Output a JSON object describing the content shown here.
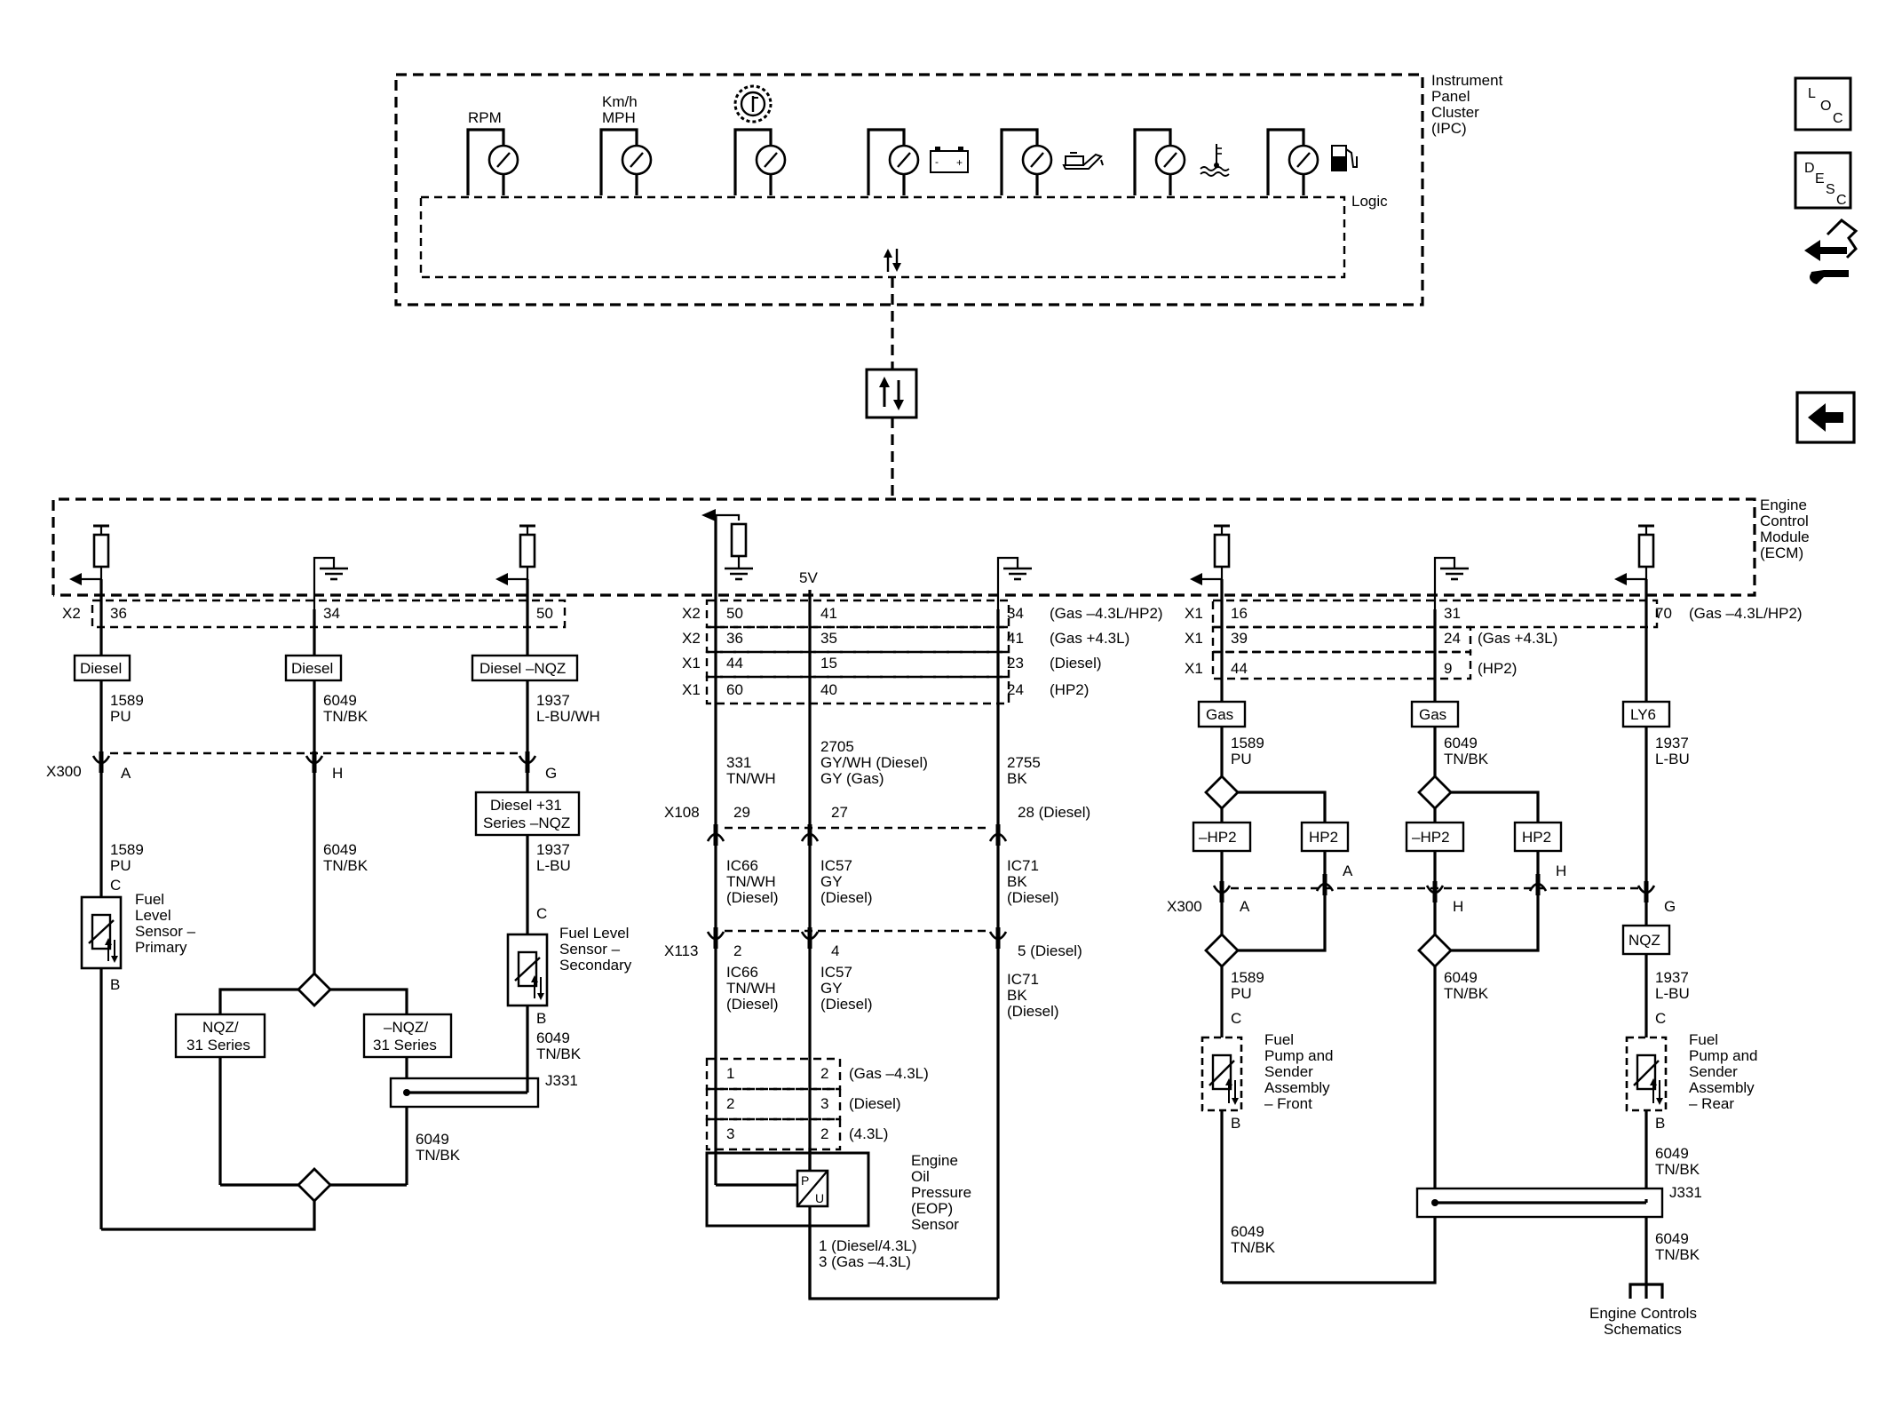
{
  "ipc": {
    "label_lines": [
      "Instrument",
      "Panel",
      "Cluster",
      "(IPC)"
    ],
    "logic": "Logic",
    "rpm": "RPM",
    "speed_lines": [
      "Km/h",
      "MPH"
    ]
  },
  "ecm": {
    "label_lines": [
      "Engine",
      "Control",
      "Module",
      "(ECM)"
    ]
  },
  "nav": {
    "loc": [
      "L",
      "O",
      "C"
    ],
    "desc": [
      "D",
      "E",
      "S",
      "C"
    ]
  },
  "left": {
    "conn_x2": "X2",
    "pin36": "36",
    "pin34": "34",
    "pin50": "50",
    "opt_diesel_a": "Diesel",
    "opt_diesel_b": "Diesel",
    "opt_diesel_nqz": "Diesel –NQZ",
    "w1_num": "1589",
    "w1_color": "PU",
    "w2_num": "6049",
    "w2_color": "TN/BK",
    "w3_num": "1937",
    "w3_color": "L-BU/WH",
    "x300": "X300",
    "pin_a": "A",
    "pin_h": "H",
    "pin_g": "G",
    "opt_diesel31_lines": [
      "Diesel +31",
      "Series –NQZ"
    ],
    "w4_num": "1589",
    "w4_color": "PU",
    "w5_num": "6049",
    "w5_color": "TN/BK",
    "w6_num": "1937",
    "w6_color": "L-BU",
    "pin_c1": "C",
    "pin_b1": "B",
    "pin_c2": "C",
    "pin_b2": "B",
    "sensor_primary_lines": [
      "Fuel",
      "Level",
      "Sensor –",
      "Primary"
    ],
    "sensor_secondary_lines": [
      "Fuel Level",
      "Sensor –",
      "Secondary"
    ],
    "opt_nqz31_lines": [
      "NQZ/",
      "31 Series"
    ],
    "opt_notnqz31_lines": [
      "–NQZ/",
      "31 Series"
    ],
    "w7_num": "6049",
    "w7_color": "TN/BK",
    "j331": "J331",
    "w8_num": "6049",
    "w8_color": "TN/BK"
  },
  "middle": {
    "five_v": "5V",
    "rows": [
      {
        "conn": "X2",
        "p1": "50",
        "p2": "41",
        "p3": "34",
        "note": "(Gas –4.3L/HP2)"
      },
      {
        "conn": "X2",
        "p1": "36",
        "p2": "35",
        "p3": "41",
        "note": "(Gas +4.3L)"
      },
      {
        "conn": "X1",
        "p1": "44",
        "p2": "15",
        "p3": "23",
        "note": "(Diesel)"
      },
      {
        "conn": "X1",
        "p1": "60",
        "p2": "40",
        "p3": "24",
        "note": "(HP2)"
      }
    ],
    "w1_lines": [
      "331",
      "TN/WH"
    ],
    "w2_lines": [
      "2705",
      "GY/WH (Diesel)",
      "GY (Gas)"
    ],
    "w3_lines": [
      "2755",
      "BK"
    ],
    "x108": "X108",
    "x108_p1": "29",
    "x108_p2": "27",
    "x108_p3": "28 (Diesel)",
    "ic1_lines": [
      "IC66",
      "TN/WH",
      "(Diesel)"
    ],
    "ic2_lines": [
      "IC57",
      "GY",
      "(Diesel)"
    ],
    "ic3_lines": [
      "IC71",
      "BK",
      "(Diesel)"
    ],
    "x113": "X113",
    "x113_p1": "2",
    "x113_p2": "4",
    "x113_p3": "5 (Diesel)",
    "ic4_lines": [
      "IC66",
      "TN/WH",
      "(Diesel)"
    ],
    "ic5_lines": [
      "IC57",
      "GY",
      "(Diesel)"
    ],
    "ic6_lines": [
      "IC71",
      "BK",
      "(Diesel)"
    ],
    "eop_rows": [
      {
        "a": "1",
        "b": "2",
        "note": "(Gas –4.3L)"
      },
      {
        "a": "2",
        "b": "3",
        "note": "(Diesel)"
      },
      {
        "a": "3",
        "b": "2",
        "note": "(4.3L)"
      }
    ],
    "eop_label_lines": [
      "Engine",
      "Oil",
      "Pressure",
      "(EOP)",
      "Sensor"
    ],
    "eop_p": "P",
    "eop_u": "U",
    "eop_pin_lines": [
      "1 (Diesel/4.3L)",
      "3 (Gas –4.3L)"
    ]
  },
  "right": {
    "rows": [
      {
        "conn": "X1",
        "p1": "16",
        "p2": "31",
        "p3": "70",
        "note": "(Gas –4.3L/HP2)"
      },
      {
        "conn": "X1",
        "p1": "39",
        "p2": "24",
        "note": "(Gas +4.3L)"
      },
      {
        "conn": "X1",
        "p1": "44",
        "p2": "9",
        "note": "(HP2)"
      }
    ],
    "opt_gas_a": "Gas",
    "opt_gas_b": "Gas",
    "opt_ly6": "LY6",
    "w1_num": "1589",
    "w1_color": "PU",
    "w2_num": "6049",
    "w2_color": "TN/BK",
    "w3_num": "1937",
    "w3_color": "L-BU",
    "opt_nhp2_a": "–HP2",
    "opt_hp2_a": "HP2",
    "opt_nhp2_b": "–HP2",
    "opt_hp2_b": "HP2",
    "x300": "X300",
    "pin_a": "A",
    "pin_a2": "A",
    "pin_h": "H",
    "pin_h2": "H",
    "pin_g": "G",
    "opt_nqz": "NQZ",
    "w4_num": "1589",
    "w4_color": "PU",
    "w5_num": "6049",
    "w5_color": "TN/BK",
    "w6_num": "1937",
    "w6_color": "L-BU",
    "pin_c1": "C",
    "pin_b1": "B",
    "pin_c2": "C",
    "pin_b2": "B",
    "pump_front_lines": [
      "Fuel",
      "Pump and",
      "Sender",
      "Assembly",
      "– Front"
    ],
    "pump_rear_lines": [
      "Fuel",
      "Pump and",
      "Sender",
      "Assembly",
      "– Rear"
    ],
    "w7_num": "6049",
    "w7_color": "TN/BK",
    "j331": "J331",
    "w8_num": "6049",
    "w8_color": "TN/BK",
    "w9_num": "6049",
    "w9_color": "TN/BK",
    "ecs_lines": [
      "Engine Controls",
      "Schematics"
    ]
  }
}
